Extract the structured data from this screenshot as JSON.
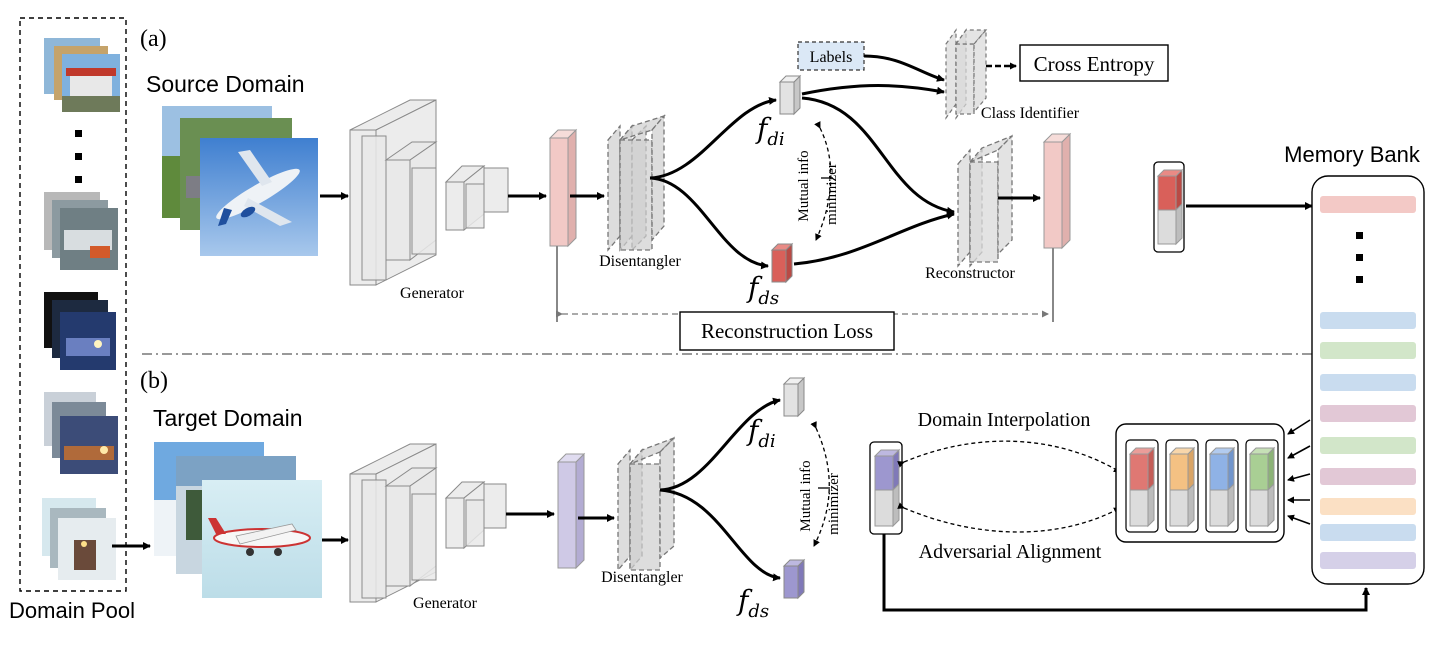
{
  "panel_a": "(a)",
  "panel_b": "(b)",
  "source_domain": "Source Domain",
  "target_domain": "Target Domain",
  "domain_pool": "Domain Pool",
  "generator": "Generator",
  "disentangler": "Disentangler",
  "reconstructor": "Reconstructor",
  "class_identifier": "Class Identifier",
  "labels": "Labels",
  "cross_entropy": "Cross Entropy",
  "reconstruction_loss": "Reconstruction Loss",
  "memory_bank": "Memory Bank",
  "domain_interpolation": "Domain Interpolation",
  "adversarial_alignment": "Adversarial Alignment",
  "mi_line1": "Mutual info",
  "mi_line2": "minimizer",
  "f_base": "f",
  "sub_di": "di",
  "sub_ds": "ds",
  "colors": {
    "source_feature": "#f2c9c6",
    "target_feature": "#cfc9e6",
    "ds_source": "#d9605a",
    "ds_target": "#9d97cf",
    "labels_fill": "#dbe8f6",
    "memory_slots": [
      "#f3c9c6",
      "#c9dcef",
      "#d2e6c9",
      "#c9dcef",
      "#e2c8d6",
      "#d2e6c9",
      "#e2c8d6",
      "#fbe0c4",
      "#c9dcef",
      "#d5d0e8"
    ],
    "interp_tops": [
      "#df7873",
      "#f4c183",
      "#8fb2e6",
      "#a9cf94"
    ]
  }
}
